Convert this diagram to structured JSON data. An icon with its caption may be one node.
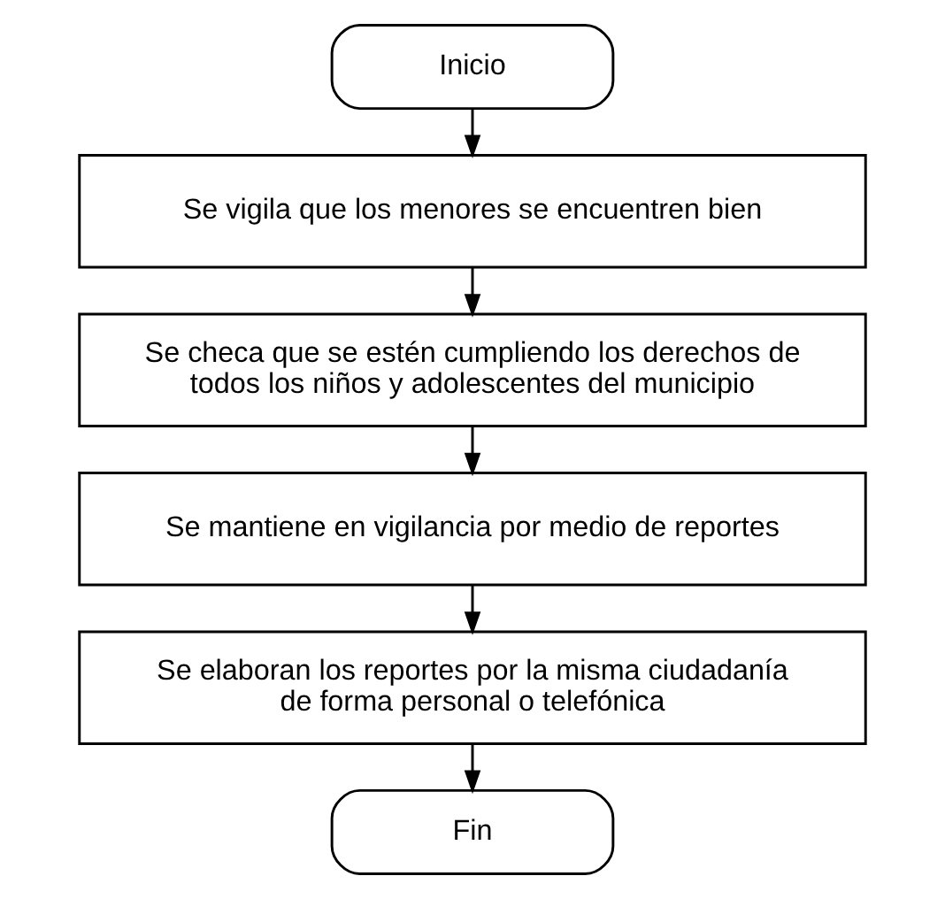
{
  "diagram": {
    "nodes": [
      {
        "text": [
          "Inicio"
        ]
      },
      {
        "text": [
          "Se vigila que los menores se encuentren bien"
        ]
      },
      {
        "text": [
          "Se checa que se estén cumpliendo los derechos de todos los niños y adolescentes del municipio"
        ]
      },
      {
        "text": [
          "Se mantiene en vigilancia por medio de reportes"
        ]
      },
      {
        "text": [
          "Se elaboran los reportes por la misma ciudadanía de forma personal o telefónica"
        ]
      },
      {
        "text": [
          "Fin"
        ]
      }
    ],
    "edges": [
      {
        "from": 0,
        "to": 1,
        "arrow": "to"
      },
      {
        "from": 1,
        "to": 2,
        "arrow": "to"
      },
      {
        "from": 2,
        "to": 3,
        "arrow": "to"
      },
      {
        "from": 3,
        "to": 4,
        "arrow": "to"
      },
      {
        "from": 4,
        "to": 5,
        "arrow": "to"
      }
    ]
  }
}
